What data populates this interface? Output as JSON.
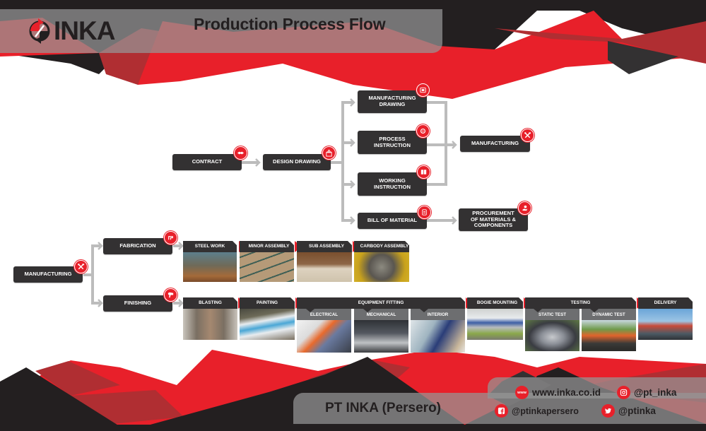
{
  "header": {
    "logo_text": "INKA",
    "title": "Production Process Flow"
  },
  "colors": {
    "brand_red": "#e8202a",
    "dark_red": "#b02e32",
    "dark": "#231f20",
    "node": "#333132",
    "connector": "#bcbcbc",
    "sub_header": "#6d6e70"
  },
  "flow_top": {
    "contract": {
      "label": "CONTRACT",
      "icon": "handshake-icon"
    },
    "design_drawing": {
      "label": "DESIGN DRAWING",
      "icon": "factory-icon"
    },
    "manufacturing_drawing": {
      "label": "MANUFACTURING DRAWING",
      "icon": "blueprint-icon"
    },
    "process_instruction": {
      "label": "PROCESS INSTRUCTION",
      "icon": "gear-icon"
    },
    "working_instruction": {
      "label": "WORKING INSTRUCTION",
      "icon": "book-icon"
    },
    "bill_of_material": {
      "label": "BILL OF MATERIAL",
      "icon": "document-icon"
    },
    "manufacturing": {
      "label": "MANUFACTURING",
      "icon": "tools-icon"
    },
    "procurement": {
      "label": "PROCUREMENT OF MATERIALS & COMPONENTS",
      "icon": "hand-money-icon"
    }
  },
  "flow_bottom": {
    "manufacturing": {
      "label": "MANUFACTURING",
      "icon": "tools-icon"
    },
    "fabrication": {
      "label": "FABRICATION",
      "icon": "welding-icon"
    },
    "finishing": {
      "label": "FINISHING",
      "icon": "spray-gun-icon"
    },
    "fabrication_stages": [
      {
        "label": "STEEL WORK"
      },
      {
        "label": "MINOR ASSEMBLY"
      },
      {
        "label": "SUB ASSEMBLY"
      },
      {
        "label": "CARBODY ASSEMBLY"
      }
    ],
    "finishing_stages": [
      {
        "label": "BLASTING"
      },
      {
        "label": "PAINTING"
      },
      {
        "label": "EQUIPMENT FITTING",
        "sub": [
          "ELECTRICAL",
          "MECHANICAL",
          "INTERIOR"
        ]
      },
      {
        "label": "BOGIE MOUNTING"
      },
      {
        "label": "TESTING",
        "sub": [
          "STATIC TEST",
          "DYNAMIC TEST"
        ]
      },
      {
        "label": "DELIVERY"
      }
    ]
  },
  "footer": {
    "company": "PT INKA (Persero)",
    "website_icon_text": "www",
    "website": "www.inka.co.id",
    "instagram": "@pt_inka",
    "facebook": "@ptinkapersero",
    "twitter": "@ptinka"
  }
}
